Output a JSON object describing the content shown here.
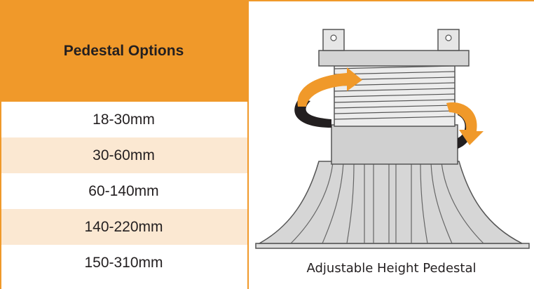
{
  "table": {
    "header": "Pedestal Options",
    "rows": [
      "18-30mm",
      "30-60mm",
      "60-140mm",
      "140-220mm",
      "150-310mm"
    ]
  },
  "illustration": {
    "caption": "Adjustable Height Pedestal",
    "icon": "adjustable-pedestal-icon"
  },
  "colors": {
    "accent": "#f0992a",
    "row_alt": "#fbe8d2",
    "text": "#231f20"
  }
}
